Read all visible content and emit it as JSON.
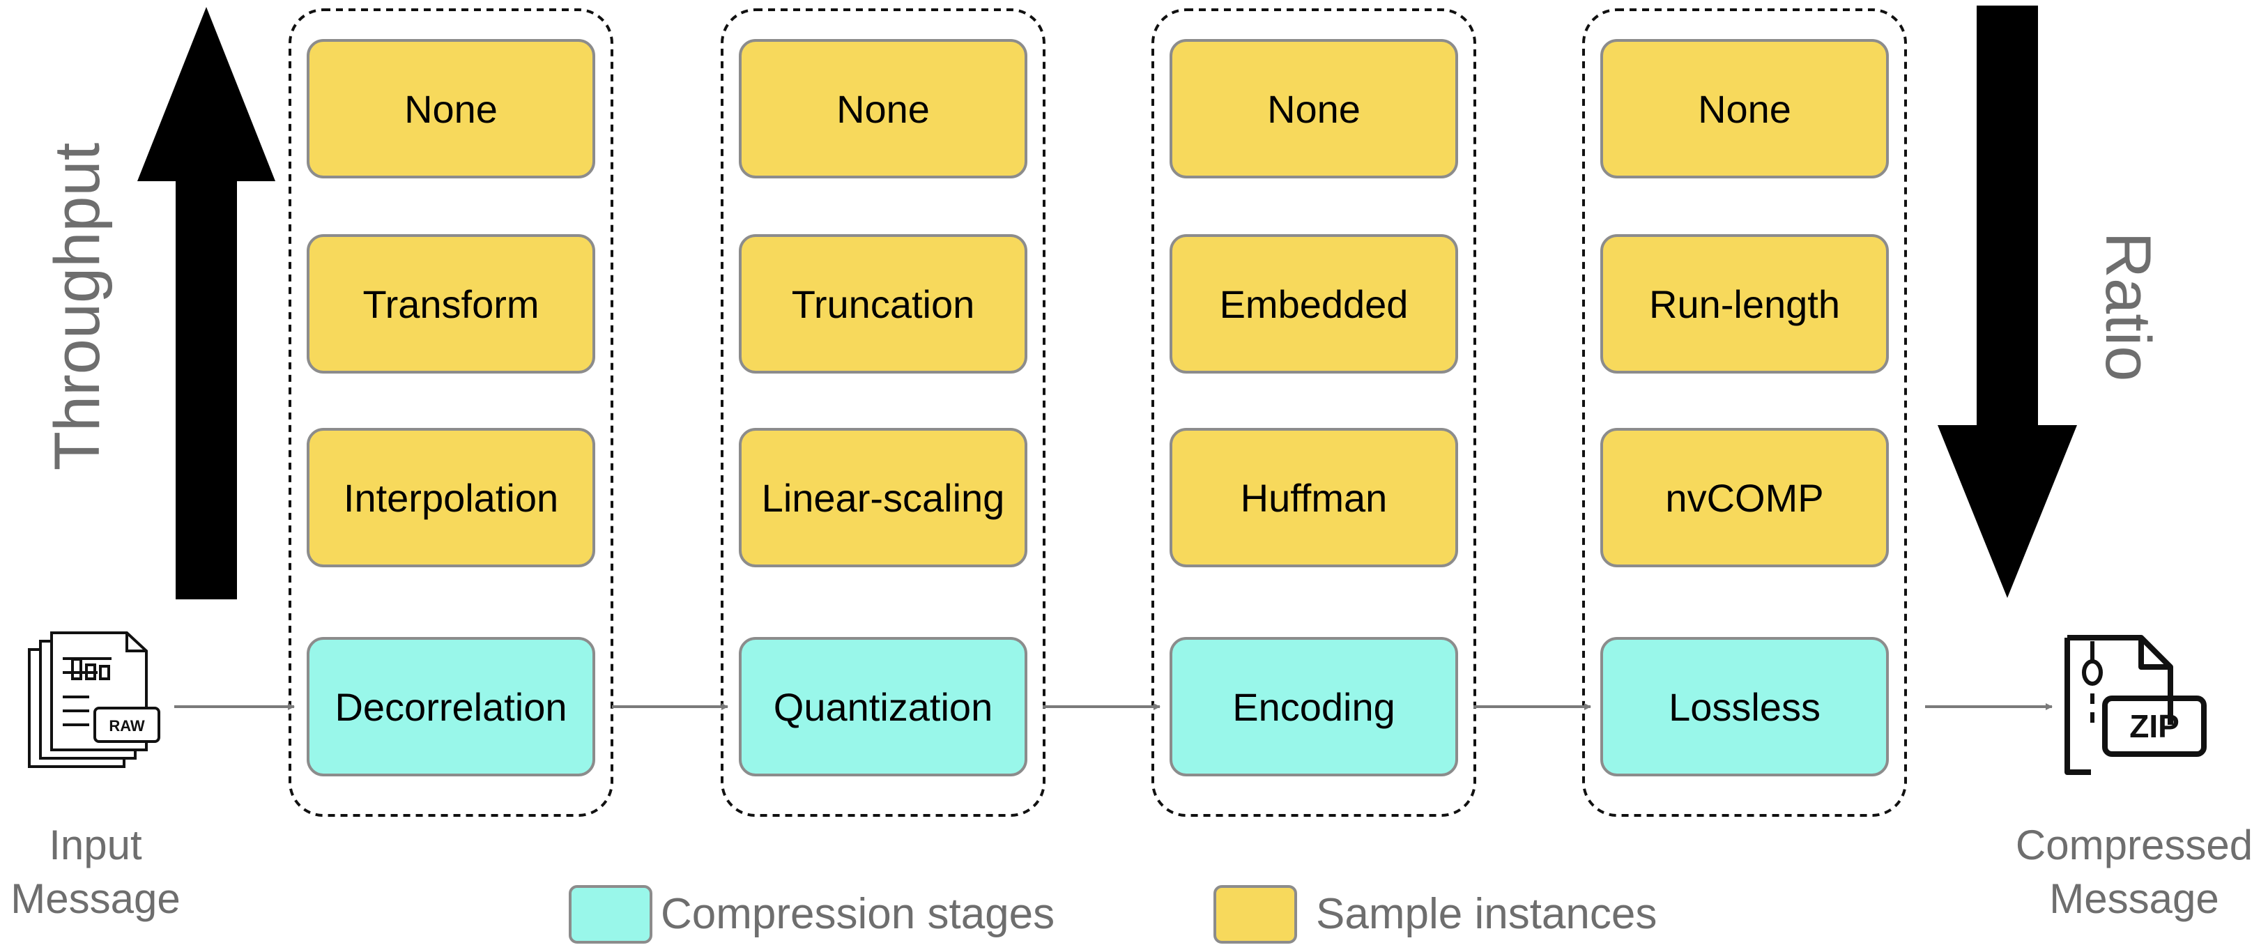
{
  "side_labels": {
    "left": "Throughput",
    "right": "Ratio"
  },
  "input": {
    "label_line1": "Input",
    "label_line2": "Message",
    "icon": "raw-document-icon",
    "icon_text": "RAW"
  },
  "output": {
    "label_line1": "Compressed",
    "label_line2": "Message",
    "icon": "zip-file-icon",
    "icon_text": "ZIP"
  },
  "columns": [
    {
      "stage": "Decorrelation",
      "instances": [
        "None",
        "Transform",
        "Interpolation"
      ]
    },
    {
      "stage": "Quantization",
      "instances": [
        "None",
        "Truncation",
        "Linear-scaling"
      ]
    },
    {
      "stage": "Encoding",
      "instances": [
        "None",
        "Embedded",
        "Huffman"
      ]
    },
    {
      "stage": "Lossless",
      "instances": [
        "None",
        "Run-length",
        "nvCOMP"
      ]
    }
  ],
  "legend": [
    {
      "label": "Compression stages",
      "color": "#99f7ea"
    },
    {
      "label": "Sample instances",
      "color": "#f7d95c"
    }
  ],
  "colors": {
    "stage_fill": "#99f7ea",
    "instance_fill": "#f7d95c",
    "box_stroke": "#8c8c8c",
    "arrow": "#000000",
    "connector": "#7a7a7a",
    "label_gray": "#6e6e6e"
  }
}
